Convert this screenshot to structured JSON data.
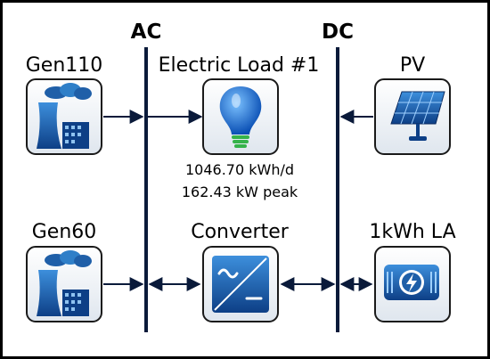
{
  "buses": {
    "ac": "AC",
    "dc": "DC"
  },
  "components": {
    "gen110": {
      "label": "Gen110",
      "icon": "power-plant-icon"
    },
    "load": {
      "label": "Electric Load #1",
      "icon": "light-bulb-icon",
      "energy": "1046.70 kWh/d",
      "peak": "162.43 kW peak"
    },
    "pv": {
      "label": "PV",
      "icon": "solar-panel-icon"
    },
    "gen60": {
      "label": "Gen60",
      "icon": "power-plant-icon"
    },
    "converter": {
      "label": "Converter",
      "icon": "converter-icon"
    },
    "battery": {
      "label": "1kWh LA",
      "icon": "battery-icon"
    }
  },
  "colors": {
    "tile_start": "#2f7fc8",
    "tile_end": "#0d3f86",
    "bus": "#0a1a3a",
    "arrow": "#0a1a3a"
  }
}
